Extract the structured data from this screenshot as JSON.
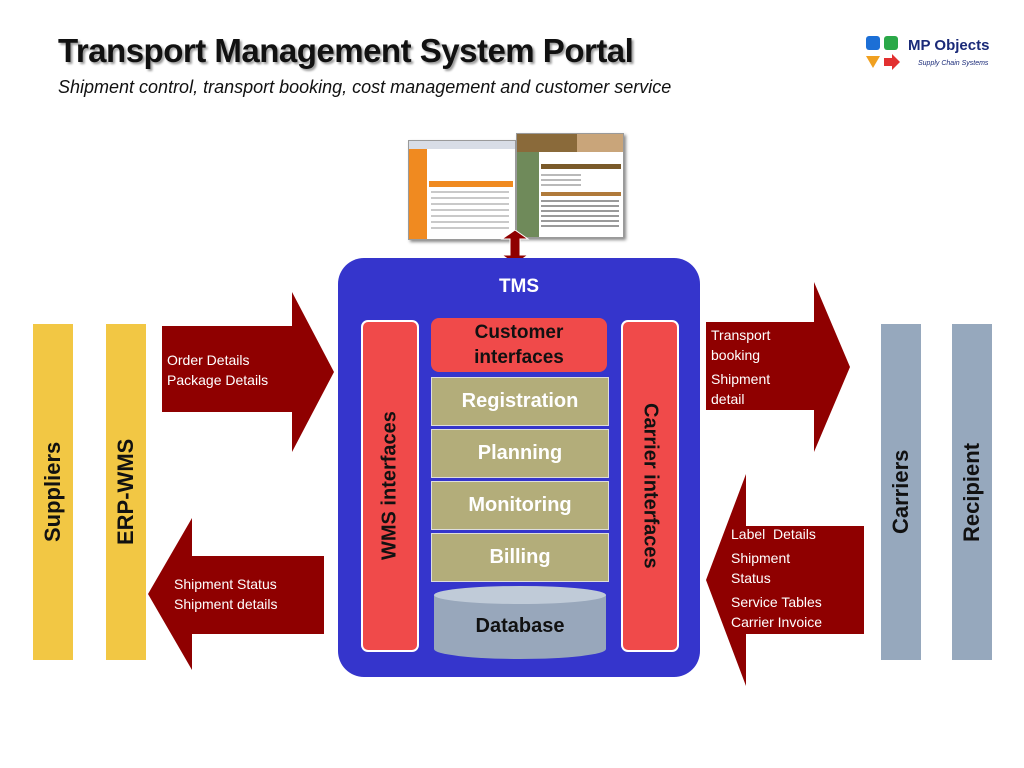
{
  "title": "Transport Management System Portal",
  "subtitle": "Shipment control, transport booking, cost management and customer service",
  "logo": {
    "name": "MP Objects",
    "tagline": "Supply Chain Systems"
  },
  "tms": {
    "label": "TMS",
    "customer_interfaces": [
      "Customer",
      "interfaces"
    ],
    "modules": [
      "Registration",
      "Planning",
      "Monitoring",
      "Billing"
    ],
    "database": "Database",
    "wms_interfaces": "WMS interfaces",
    "carrier_interfaces": "Carrier interfaces"
  },
  "left_columns": [
    "Suppliers",
    "ERP-WMS"
  ],
  "right_columns": [
    "Carriers",
    "Recipient"
  ],
  "arrows": {
    "inbound_left": [
      "Order Details",
      "Package Details"
    ],
    "outbound_left": [
      "Shipment Status",
      "Shipment details"
    ],
    "outbound_right": [
      "Transport booking",
      "Shipment detail"
    ],
    "inbound_right": [
      "Label  Details",
      "Shipment Status",
      "Service Tables",
      "Carrier Invoice"
    ]
  },
  "colors": {
    "tms_blue": "#3535cc",
    "interface_red": "#f04a4a",
    "module_khaki": "#b3ad7a",
    "database_grey": "#98a7bb",
    "arrow_darkred": "#8f0000",
    "column_yellow": "#f2c744",
    "column_grey": "#96a8bd"
  }
}
